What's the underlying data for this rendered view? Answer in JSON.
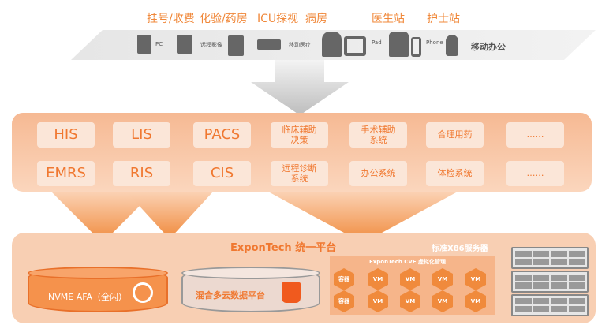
{
  "top_labels": [
    "挂号/收费",
    "化验/药房",
    "ICU探视",
    "病房",
    "医生站",
    "护士站"
  ],
  "devices": {
    "pc": "PC",
    "remote_imaging": "远程影像",
    "mobile_medical": "移动医疗",
    "pad": "Pad",
    "phone": "Phone",
    "mobile_office": "移动办公"
  },
  "apps": {
    "row1": [
      "HIS",
      "LIS",
      "PACS",
      "临床辅助\n决策",
      "手术辅助\n系统",
      "合理用药",
      "……"
    ],
    "row2": [
      "EMRS",
      "RIS",
      "CIS",
      "远程诊断\n系统",
      "办公系统",
      "体检系统",
      "……"
    ]
  },
  "platform": {
    "title": "ExponTech 统一平台",
    "servers_label": "标准X86服务器",
    "nvme": "NVME AFA（全闪）",
    "hybrid": "混合多云数据平台",
    "cve_title": "ExponTech CVE 虚拟化管理",
    "container": "容器",
    "vm": "VM"
  },
  "colors": {
    "accent": "#f07830",
    "panel": "#f8cfb3"
  }
}
